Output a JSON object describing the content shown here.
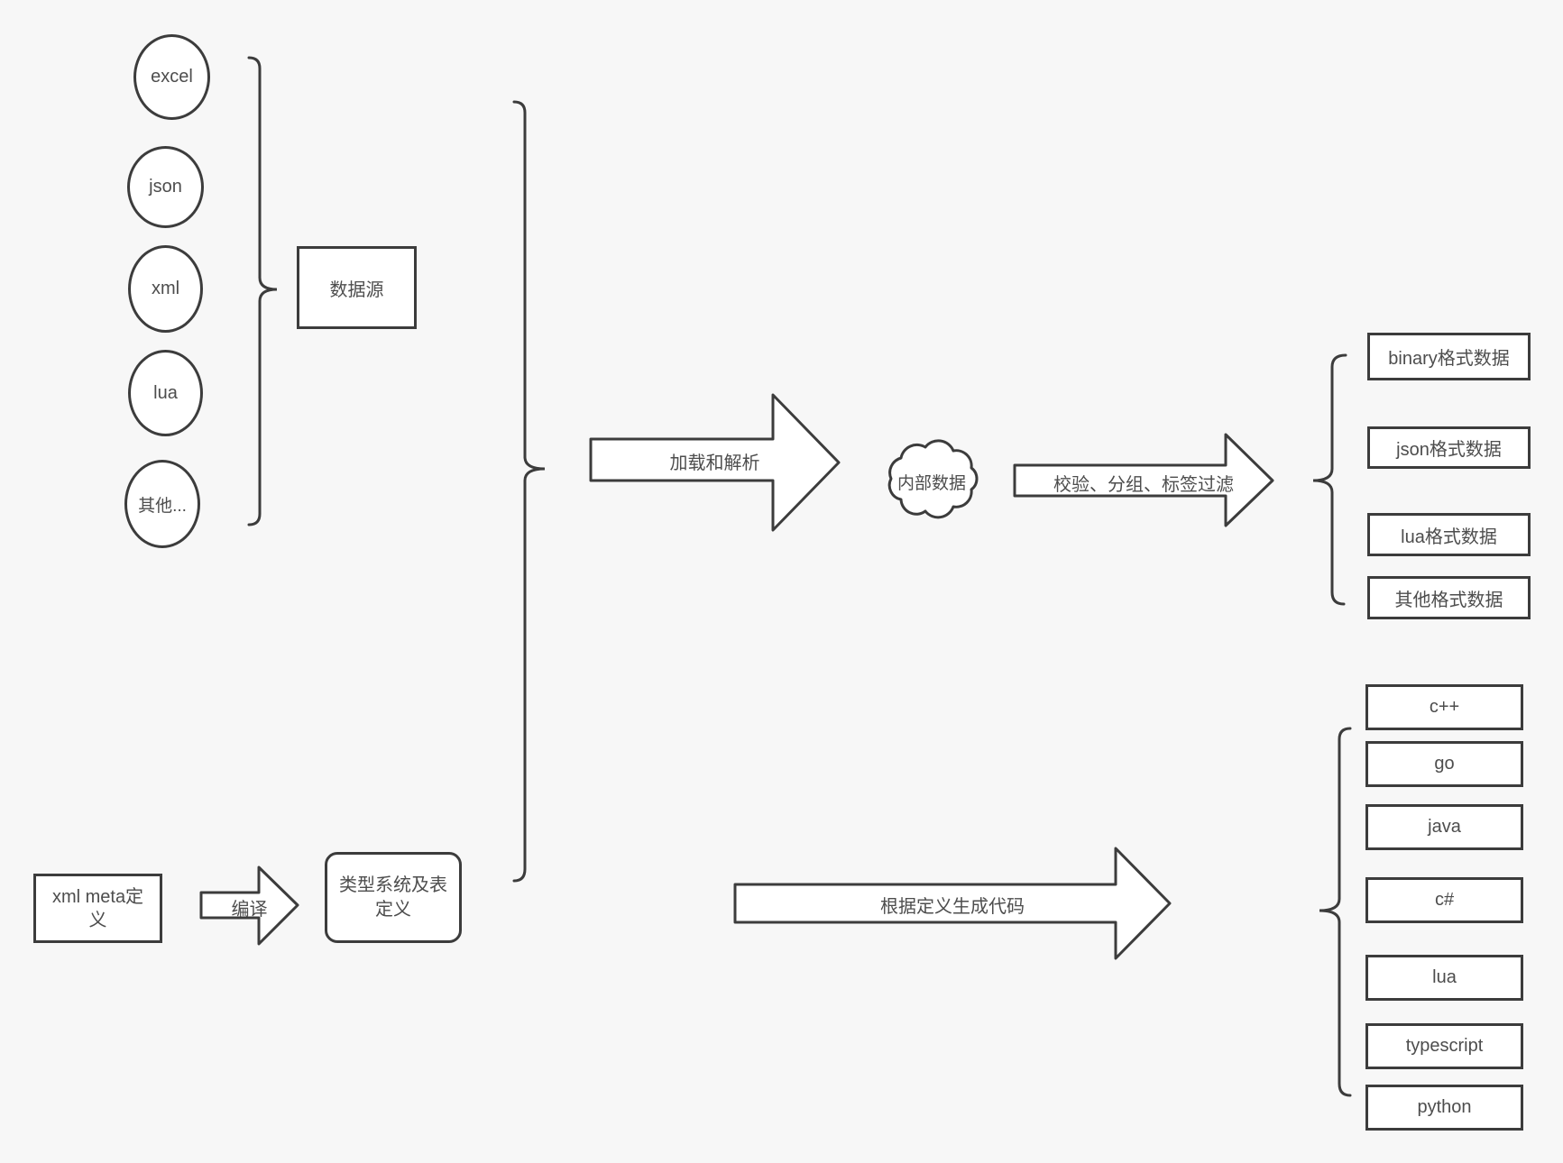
{
  "diagram": {
    "sources": {
      "items": [
        "excel",
        "json",
        "xml",
        "lua",
        "其他..."
      ],
      "group_label": "数据源"
    },
    "pipeline": {
      "load_arrow_label": "加载和解析",
      "internal_data_label": "内部数据",
      "filter_arrow_label": "校验、分组、标签过滤",
      "output_formats": [
        "binary格式数据",
        "json格式数据",
        "lua格式数据",
        "其他格式数据"
      ]
    },
    "definition": {
      "meta_box_label": "xml meta定义",
      "compile_arrow_label": "编译",
      "type_system_label": "类型系统及表定义",
      "codegen_arrow_label": "根据定义生成代码",
      "languages": [
        "c++",
        "go",
        "java",
        "c#",
        "lua",
        "typescript",
        "python"
      ]
    },
    "colors": {
      "background": "#f7f7f7",
      "stroke": "#3c3c3c",
      "shape_fill": "#ffffff",
      "text": "#4d4d4d"
    }
  }
}
